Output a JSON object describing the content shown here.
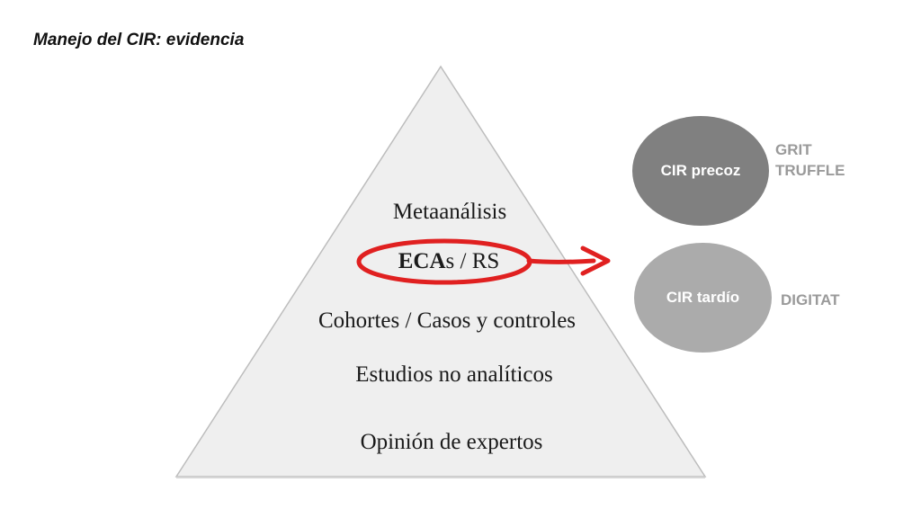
{
  "title": "Manejo del CIR: evidencia",
  "pyramid": {
    "levels": [
      {
        "text": "Metaanálisis"
      },
      {
        "bold_part": "ECA",
        "rest_part": "s / RS",
        "highlighted": true
      },
      {
        "text": "Cohortes / Casos y controles"
      },
      {
        "text": "Estudios no analíticos"
      },
      {
        "text": "Opinión de expertos"
      }
    ]
  },
  "circles": [
    {
      "label": "CIR precoz",
      "color": "#808080",
      "trials": [
        "GRIT",
        "TRUFFLE"
      ]
    },
    {
      "label": "CIR tardío",
      "color": "#ababab",
      "trials": [
        "DIGITAT"
      ]
    }
  ],
  "colors": {
    "pyramid_fill": "#efefef",
    "pyramid_stroke": "#bdbdbd",
    "highlight": "#e02020",
    "trial_text": "#9a9a9a"
  }
}
